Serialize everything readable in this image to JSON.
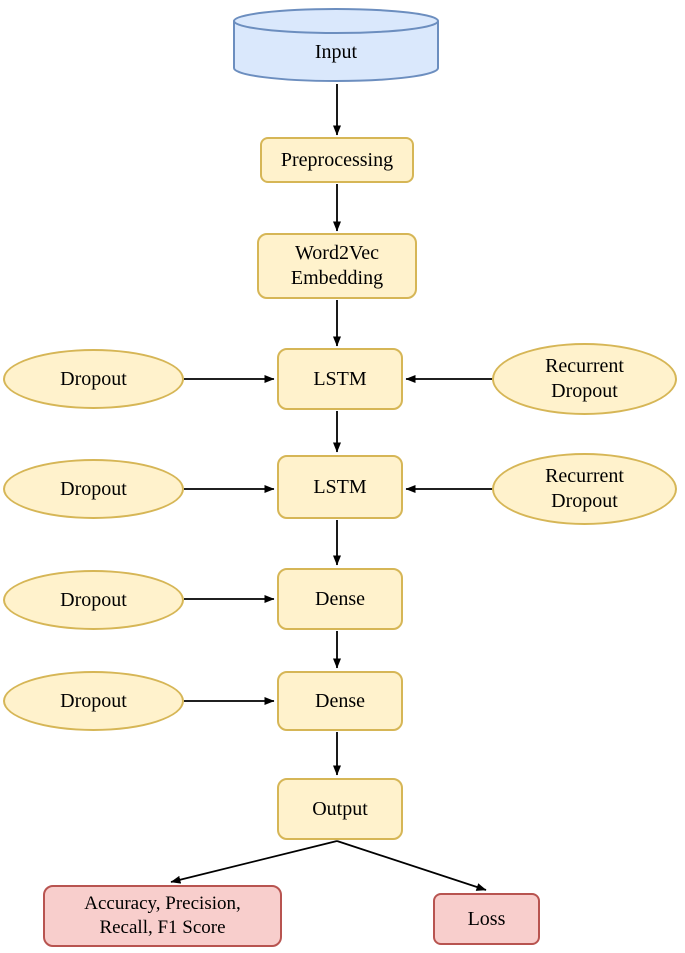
{
  "nodes": {
    "input": {
      "label": "Input"
    },
    "preprocessing": {
      "label": "Preprocessing"
    },
    "embedding": {
      "label": "Word2Vec Embedding"
    },
    "lstm1": {
      "label": "LSTM"
    },
    "lstm2": {
      "label": "LSTM"
    },
    "dense1": {
      "label": "Dense"
    },
    "dense2": {
      "label": "Dense"
    },
    "output": {
      "label": "Output"
    },
    "dropout1": {
      "label": "Dropout"
    },
    "dropout2": {
      "label": "Dropout"
    },
    "dropout3": {
      "label": "Dropout"
    },
    "dropout4": {
      "label": "Dropout"
    },
    "recurrent_dropout1": {
      "label": "Recurrent Dropout"
    },
    "recurrent_dropout2": {
      "label": "Recurrent Dropout"
    },
    "metrics": {
      "label": "Accuracy, Precision, Recall, F1 Score"
    },
    "loss": {
      "label": "Loss"
    }
  },
  "edges": [
    {
      "from": "input",
      "to": "preprocessing"
    },
    {
      "from": "preprocessing",
      "to": "embedding"
    },
    {
      "from": "embedding",
      "to": "lstm1"
    },
    {
      "from": "lstm1",
      "to": "lstm2"
    },
    {
      "from": "lstm2",
      "to": "dense1"
    },
    {
      "from": "dense1",
      "to": "dense2"
    },
    {
      "from": "dense2",
      "to": "output"
    },
    {
      "from": "output",
      "to": "metrics"
    },
    {
      "from": "output",
      "to": "loss"
    },
    {
      "from": "dropout1",
      "to": "lstm1"
    },
    {
      "from": "recurrent_dropout1",
      "to": "lstm1"
    },
    {
      "from": "dropout2",
      "to": "lstm2"
    },
    {
      "from": "recurrent_dropout2",
      "to": "lstm2"
    },
    {
      "from": "dropout3",
      "to": "dense1"
    },
    {
      "from": "dropout4",
      "to": "dense2"
    }
  ],
  "colors": {
    "node_yellow_fill": "#fff2cc",
    "node_yellow_border": "#d6b656",
    "cylinder_blue_fill": "#dae8fc",
    "cylinder_blue_border": "#6c8ebf",
    "result_red_fill": "#f8cecc",
    "result_red_border": "#b85450",
    "arrow": "#000000"
  }
}
